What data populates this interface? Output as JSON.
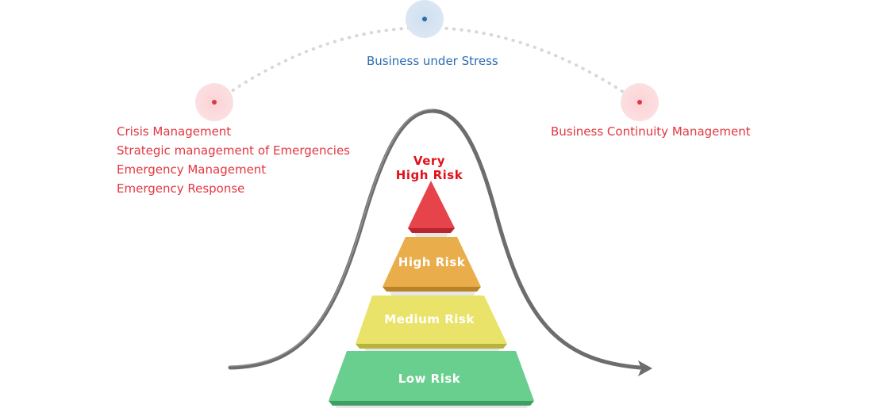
{
  "colors": {
    "red": "#e2373f",
    "blue": "#2b6cb0",
    "tier_very_high": "#e7434b",
    "tier_high": "#e9ae4b",
    "tier_medium": "#eae36a",
    "tier_low": "#68cf8e",
    "curve": "#7a7a7a"
  },
  "stages": {
    "left": {
      "lines": [
        "Crisis Management",
        "Strategic management of Emergencies",
        "Emergency Management",
        "Emergency Response"
      ]
    },
    "top": {
      "label": "Business under Stress"
    },
    "right": {
      "label": "Business Continuity Management"
    }
  },
  "pyramid": {
    "tiers": [
      {
        "label_line1": "Very",
        "label_line2": "High Risk"
      },
      {
        "label": "High Risk"
      },
      {
        "label": "Medium Risk"
      },
      {
        "label": "Low Risk"
      }
    ]
  }
}
